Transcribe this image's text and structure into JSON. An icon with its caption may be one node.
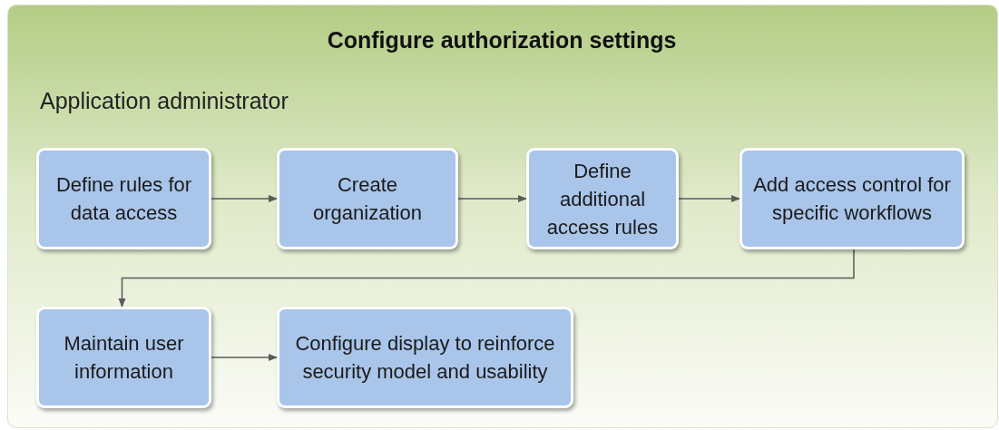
{
  "diagram": {
    "title": "Configure authorization settings",
    "nodes": [
      {
        "text": [
          "Define rules for data access"
        ]
      },
      {
        "text": [
          "Create organization"
        ]
      },
      {
        "text": [
          "Define additional access rules"
        ]
      },
      {
        "text": [
          "Add access control for specific workflows"
        ]
      },
      {
        "text": [
          "Maintain user information"
        ]
      },
      {
        "text": [
          "Configure display to reinforce security model and usability"
        ]
      }
    ],
    "edges": [
      {
        "from": 0,
        "to": 1,
        "arrow": "to"
      },
      {
        "from": 1,
        "to": 2,
        "arrow": "to"
      },
      {
        "from": 2,
        "to": 3,
        "arrow": "to"
      },
      {
        "from": 3,
        "to": 4,
        "arrow": "to"
      },
      {
        "from": 4,
        "to": 5,
        "arrow": "to"
      }
    ],
    "labels": [
      "Application administrator"
    ]
  }
}
